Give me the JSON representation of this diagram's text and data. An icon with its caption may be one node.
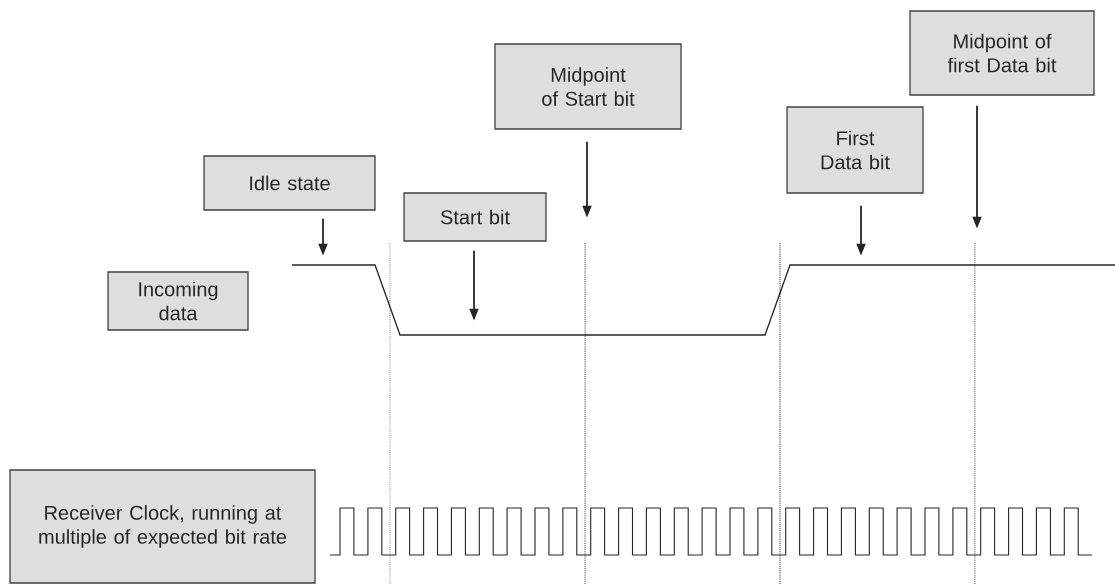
{
  "diagram": {
    "nodes": [
      {
        "text": [
          "Midpoint of first Data bit"
        ]
      },
      {
        "text": [
          "Midpoint of Start bit"
        ]
      },
      {
        "text": [
          "First Data bit"
        ]
      },
      {
        "text": [
          "Idle state"
        ]
      },
      {
        "text": [
          "Start bit"
        ]
      },
      {
        "text": [
          "Incoming data"
        ]
      },
      {
        "text": [
          "Receiver Clock, running at multiple of expected bit rate"
        ]
      }
    ],
    "edges": [
      {
        "from": 0,
        "to": null,
        "arrow": "to"
      },
      {
        "from": 1,
        "to": null,
        "arrow": "to"
      },
      {
        "from": 2,
        "to": null,
        "arrow": "to"
      },
      {
        "from": 3,
        "to": null,
        "arrow": "to"
      },
      {
        "from": 4,
        "to": null,
        "arrow": "to"
      }
    ]
  }
}
